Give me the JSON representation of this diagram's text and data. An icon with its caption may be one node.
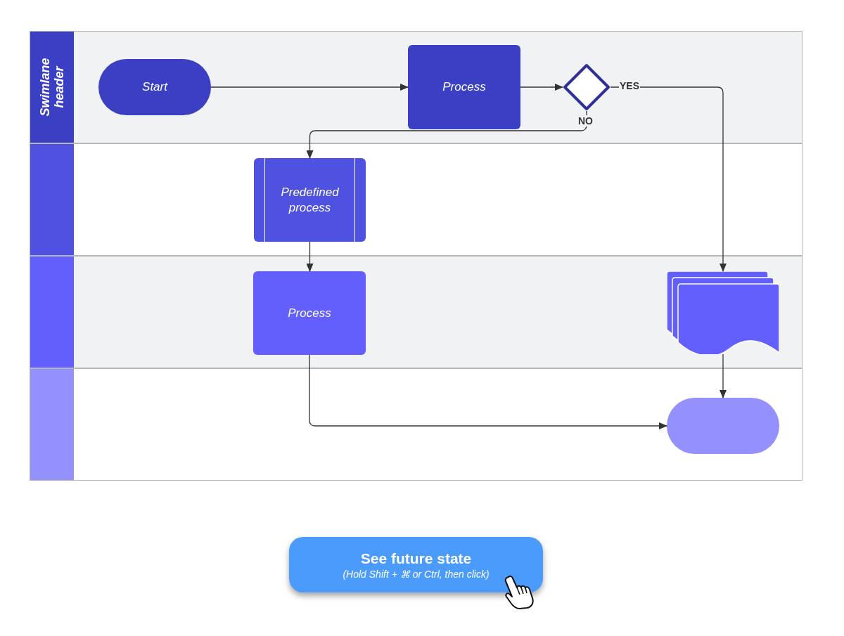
{
  "diagram": {
    "nodes": [
      {
        "text": [
          "Swimlane header"
        ]
      },
      {
        "text": [],
        "shape": "band"
      },
      {
        "text": [],
        "shape": "band"
      },
      {
        "text": [],
        "shape": "band"
      },
      {
        "text": [
          "Start"
        ],
        "in": 0
      },
      {
        "text": [
          "Process"
        ],
        "in": 0
      },
      {
        "text": [],
        "shape": "diamond",
        "in": 0
      },
      {
        "text": [
          "Predefined process"
        ],
        "in": 1
      },
      {
        "text": [
          "Process"
        ],
        "in": 2
      },
      {
        "text": [],
        "shape": "document",
        "in": 2
      },
      {
        "text": [],
        "shape": "oval",
        "in": 3
      },
      {
        "text": [
          "See future state",
          "(Hold Shift + ⌘ or Ctrl, then click)"
        ]
      }
    ],
    "edges": [
      {
        "from": 4,
        "to": 5,
        "arrow": "to"
      },
      {
        "from": 5,
        "to": 6,
        "arrow": "to"
      },
      {
        "from": 6,
        "to": 9,
        "arrow": "to",
        "label": "YES"
      },
      {
        "from": 6,
        "to": 7,
        "arrow": "to",
        "label": "NO"
      },
      {
        "from": 7,
        "to": 8,
        "arrow": "to"
      },
      {
        "from": 9,
        "to": 10,
        "arrow": "to"
      },
      {
        "from": 8,
        "to": 10,
        "arrow": "to"
      }
    ]
  }
}
